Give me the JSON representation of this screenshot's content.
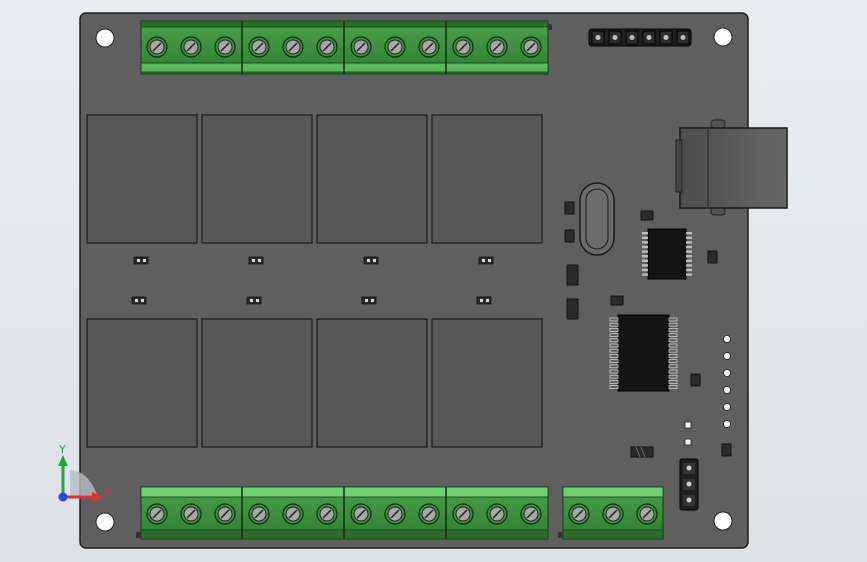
{
  "viewport": {
    "background": "#e3e7ec",
    "board_color": "#5f5f5f",
    "component_color": "#4f4f4f",
    "terminal_green": "#3f8f3f",
    "terminal_light": "#76d27a"
  },
  "triad": {
    "x_label": "X",
    "y_label": "Y",
    "x_color": "#e0302f",
    "y_color": "#27a33b",
    "z_color": "#2b47d8"
  },
  "counts": {
    "top_terminal_screws": 12,
    "bottom_terminal_screws": 15,
    "relays": 8,
    "header_pins": 6,
    "led_pads": 6
  }
}
